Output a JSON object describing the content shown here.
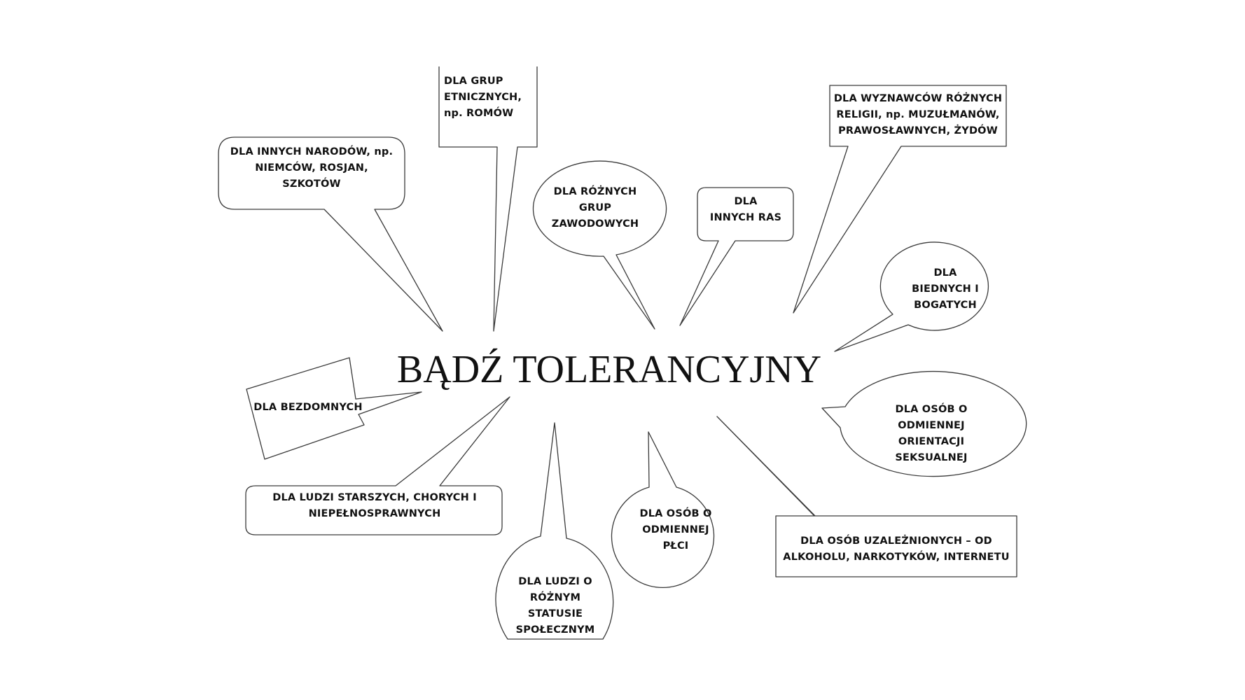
{
  "title": "BĄDŹ TOLERANCYJNY",
  "bubbles": [
    {
      "id": "narody",
      "lines": [
        "DLA INNYCH NARODÓW, np.",
        "NIEMCÓW, ROSJAN,",
        "SZKOTÓW"
      ]
    },
    {
      "id": "grupy-etniczne",
      "lines": [
        "DLA GRUP",
        "ETNICZNYCH,",
        "np. ROMÓW"
      ]
    },
    {
      "id": "grupy-zawodowe",
      "lines": [
        "DLA RÓŻNYCH",
        "GRUP",
        "ZAWODOWYCH"
      ]
    },
    {
      "id": "rasy",
      "lines": [
        "DLA",
        "INNYCH RAS"
      ]
    },
    {
      "id": "religie",
      "lines": [
        "DLA WYZNAWCÓW RÓŻNYCH",
        "RELIGII, np. MUZUŁMANÓW,",
        "PRAWOSŁAWNYCH, ŻYDÓW"
      ]
    },
    {
      "id": "biedni-bogaci",
      "lines": [
        "DLA",
        "BIEDNYCH I",
        "BOGATYCH"
      ]
    },
    {
      "id": "bezdomni",
      "lines": [
        "DLA BEZDOMNYCH"
      ]
    },
    {
      "id": "orientacja",
      "lines": [
        "DLA OSÓB O",
        "ODMIENNEJ",
        "ORIENTACJI",
        "SEKSUALNEJ"
      ]
    },
    {
      "id": "starsi-chorzy",
      "lines": [
        "DLA LUDZI STARSZYCH, CHORYCH I",
        "NIEPEŁNOSPRAWNYCH"
      ]
    },
    {
      "id": "plec",
      "lines": [
        "DLA OSÓB O",
        "ODMIENNEJ",
        "PŁCI"
      ]
    },
    {
      "id": "uzaleznieni",
      "lines": [
        "DLA OSÓB UZALEŻNIONYCH – OD",
        "ALKOHOLU, NARKOTYKÓW, INTERNETU"
      ]
    },
    {
      "id": "status-spoleczny",
      "lines": [
        "DLA LUDZI O",
        "RÓŻNYM",
        "STATUSIE",
        "SPOŁECZNYM"
      ]
    }
  ]
}
